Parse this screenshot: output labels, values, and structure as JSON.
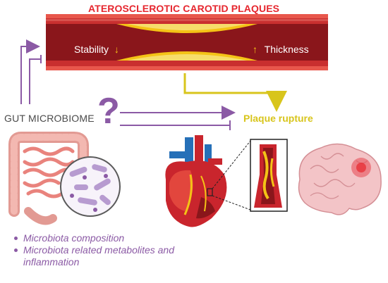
{
  "title": "ATEROSCLEROTIC CAROTID PLAQUES",
  "artery": {
    "left_label": "Stability",
    "left_arrow": "↓",
    "right_arrow": "↑",
    "right_label": "Thickness"
  },
  "gut_label": "GUT MICROBIOME",
  "question_mark": "?",
  "rupture_label": "Plaque rupture",
  "bullets": [
    "Microbiota composition",
    "Microbiota related metabolites and inflammation"
  ],
  "colors": {
    "title_red": "#e6262e",
    "arrow_purple": "#8b5aa5",
    "plaque_yellow": "#d8c51c",
    "artery_red": "#b3262a",
    "artery_dark": "#7a1418"
  },
  "icons": [
    "question-mark-icon",
    "intestine-icon",
    "bacteria-icon",
    "heart-icon",
    "brain-icon",
    "artery-cross-section-icon"
  ]
}
